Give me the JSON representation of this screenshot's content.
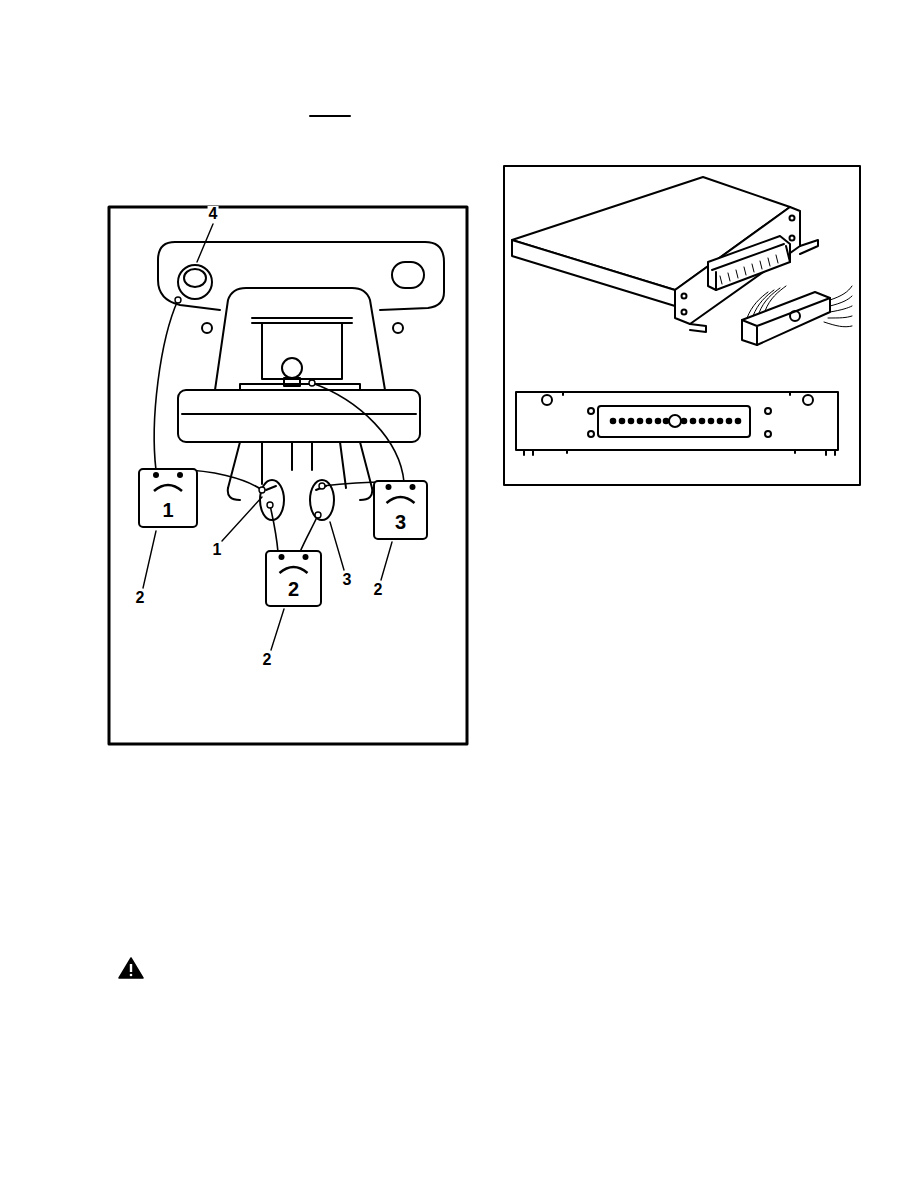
{
  "diagram": {
    "nodes": [
      {
        "text": [
          "1"
        ]
      },
      {
        "text": [
          "2"
        ]
      },
      {
        "text": [
          "3"
        ]
      }
    ],
    "labels": [
      "4",
      "1",
      "3",
      "2",
      "2",
      "2"
    ]
  }
}
